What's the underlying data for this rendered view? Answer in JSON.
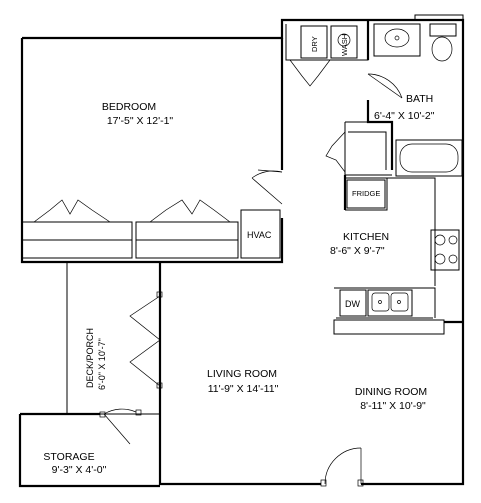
{
  "rooms": {
    "bedroom": {
      "name": "BEDROOM",
      "size": "17'-5\" X 12'-1\""
    },
    "bath": {
      "name": "BATH",
      "size": "6'-4\" X 10'-2\""
    },
    "kitchen": {
      "name": "KITCHEN",
      "size": "8'-6\" X 9'-7\""
    },
    "living_room": {
      "name": "LIVING ROOM",
      "size": "11'-9\" X 14'-11\""
    },
    "dining_room": {
      "name": "DINING ROOM",
      "size": "8'-11\" X 10'-9\""
    },
    "storage": {
      "name": "STORAGE",
      "size": "9'-3\" X 4'-0\""
    },
    "deck_porch": {
      "name": "DECK/PORCH",
      "size": "6'-0\" X 10'-7\""
    }
  },
  "fixtures": {
    "dryer": "DRY",
    "washer": "WASH",
    "fridge": "FRIDGE",
    "hvac": "HVAC",
    "dishwasher": "DW"
  }
}
